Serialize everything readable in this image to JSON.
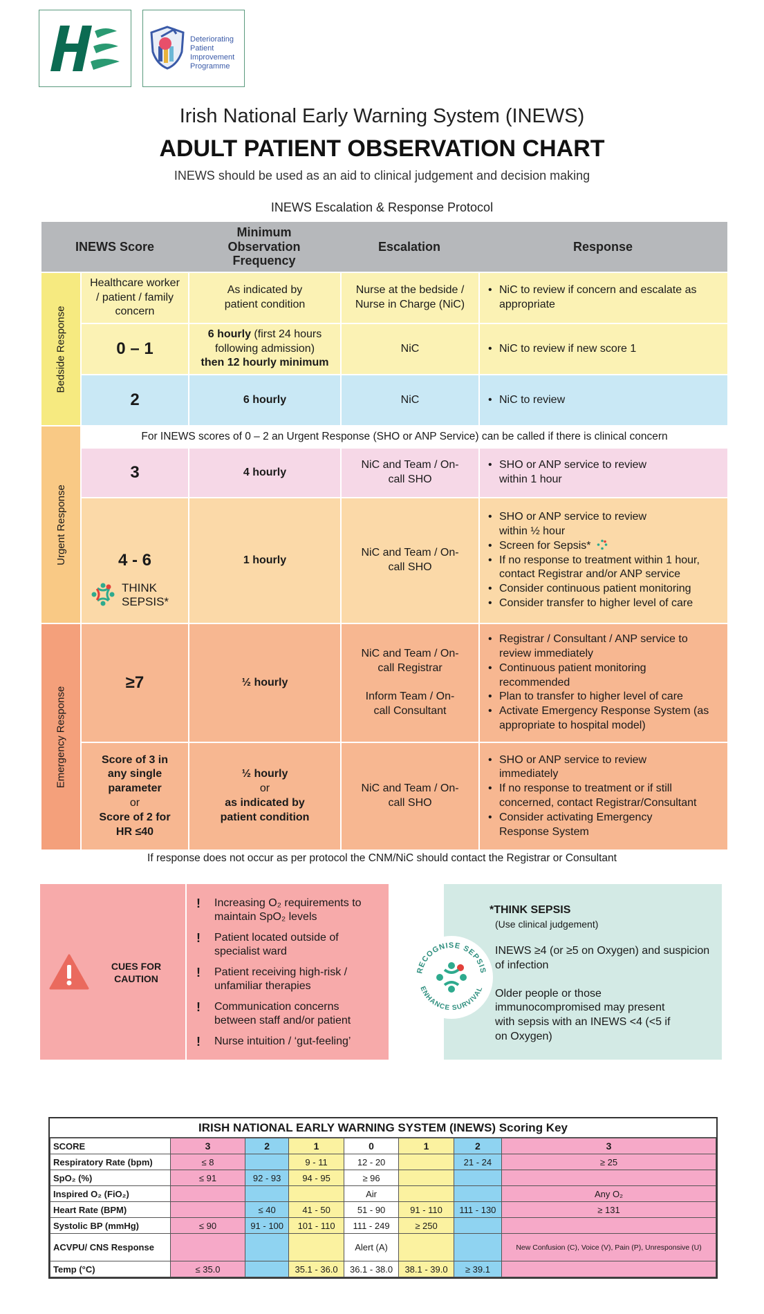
{
  "logos": {
    "dpip_line1": "Deteriorating",
    "dpip_line2": "Patient",
    "dpip_line3": "Improvement",
    "dpip_line4": "Programme"
  },
  "title": {
    "line1": "Irish National Early Warning System (INEWS)",
    "line2": "ADULT PATIENT OBSERVATION CHART",
    "line3": "INEWS should be used as an aid to clinical judgement and decision making"
  },
  "protocol": {
    "heading": "INEWS Escalation & Response Protocol",
    "headers": [
      "INEWS Score",
      "Minimum Observation Frequency",
      "Escalation",
      "Response"
    ],
    "groups": [
      "Bedside Response",
      "Urgent Response",
      "Emergency Response"
    ],
    "bedside": {
      "r1_score": "Healthcare worker / patient / family concern",
      "r1_freq": "As indicated by patient condition",
      "r1_esc": "Nurse at the bedside / Nurse in Charge (NiC)",
      "r1_resp": "NiC to review if concern and escalate as appropriate",
      "r2_score": "0 – 1",
      "r2_freq_bold1": "6 hourly",
      "r2_freq_normal": " (first 24 hours following admission)",
      "r2_freq_bold2": "then 12 hourly minimum",
      "r2_esc": "NiC",
      "r2_resp": "NiC to review if new score 1",
      "r3_score": "2",
      "r3_freq": "6 hourly",
      "r3_esc": "NiC",
      "r3_resp": "NiC to review"
    },
    "urgent": {
      "note": "For INEWS scores of 0 – 2 an Urgent Response (SHO or ANP Service) can be called if there is clinical concern",
      "r1_score": "3",
      "r1_freq": "4 hourly",
      "r1_esc": "NiC and Team / On-call SHO",
      "r1_resp": "SHO or ANP service to review within 1 hour",
      "r2_score": "4 - 6",
      "r2_think1": "THINK",
      "r2_think2": "SEPSIS*",
      "r2_freq": "1 hourly",
      "r2_esc": "NiC and Team / On-call SHO",
      "r2_resp": [
        "SHO or ANP service to review within ½ hour",
        "Screen for Sepsis*",
        "If no response to treatment within 1 hour, contact Registrar and/or ANP service",
        "Consider continuous patient monitoring",
        "Consider transfer to higher level of care"
      ]
    },
    "emergency": {
      "r1_score": "≥7",
      "r1_freq": "½ hourly",
      "r1_esc1": "NiC and Team / On-call Registrar",
      "r1_esc2": "Inform Team / On-call Consultant",
      "r1_resp": [
        "Registrar / Consultant / ANP service to review immediately",
        "Continuous patient monitoring recommended",
        "Plan to transfer to higher level of care",
        "Activate Emergency Response System (as appropriate to hospital model)"
      ],
      "r2_score_bold1": "Score of 3 in any single parameter",
      "r2_score_or": "or",
      "r2_score_bold2": "Score of 2 for HR ≤40",
      "r2_freq_bold1": "½ hourly",
      "r2_freq_or": "or",
      "r2_freq_bold2": "as indicated by patient condition",
      "r2_esc": "NiC and Team / On-call SHO",
      "r2_resp": [
        "SHO or ANP service to review immediately",
        "If no response to treatment or if still concerned, contact Registrar/Consultant",
        "Consider activating Emergency Response System"
      ]
    },
    "footer": "If response does not occur as per protocol the CNM/NiC should contact the Registrar or Consultant"
  },
  "caution": {
    "label": "CUES FOR CAUTION",
    "items": [
      "Increasing O₂ requirements to maintain SpO₂ levels",
      "Patient located outside of specialist ward",
      "Patient receiving high-risk / unfamiliar therapies",
      "Communication concerns between staff and/or patient",
      "Nurse intuition / ‘gut-feeling’"
    ]
  },
  "sepsis": {
    "logo_top": "RECOGNISE SEPSIS",
    "logo_bottom": "ENHANCE SURVIVAL",
    "title": "*THINK SEPSIS",
    "subtitle": "(Use clinical judgement)",
    "para1": "INEWS ≥4 (or ≥5 on Oxygen) and suspicion of infection",
    "para2": "Older people or those immunocompromised may present with sepsis with an INEWS <4 (<5 if on Oxygen)"
  },
  "key": {
    "title": "IRISH NATIONAL EARLY WARNING SYSTEM (INEWS) Scoring Key",
    "score_label": "SCORE",
    "scores": [
      "3",
      "2",
      "1",
      "0",
      "1",
      "2",
      "3"
    ],
    "rows": [
      {
        "label": "Respiratory Rate (bpm)",
        "cells": [
          "≤ 8",
          "",
          "9 - 11",
          "12 - 20",
          "",
          "21 - 24",
          "≥ 25"
        ]
      },
      {
        "label": "SpO₂ (%)",
        "cells": [
          "≤ 91",
          "92 - 93",
          "94 - 95",
          "≥ 96",
          "",
          "",
          ""
        ]
      },
      {
        "label": "Inspired O₂ (FiO₂)",
        "cells": [
          "",
          "",
          "",
          "Air",
          "",
          "",
          "Any O₂"
        ]
      },
      {
        "label": "Heart Rate (BPM)",
        "cells": [
          "",
          "≤ 40",
          "41 - 50",
          "51 - 90",
          "91 - 110",
          "111 - 130",
          "≥ 131"
        ]
      },
      {
        "label": "Systolic BP (mmHg)",
        "cells": [
          "≤ 90",
          "91 - 100",
          "101 - 110",
          "111 - 249",
          "≥ 250",
          "",
          ""
        ]
      },
      {
        "label": "ACVPU/ CNS Response",
        "cells": [
          "",
          "",
          "",
          "Alert (A)",
          "",
          "",
          "New Confusion (C), Voice (V), Pain (P), Unresponsive (U)"
        ]
      },
      {
        "label": "Temp (°C)",
        "cells": [
          "≤ 35.0",
          "",
          "35.1 - 36.0",
          "36.1 - 38.0",
          "38.1 - 39.0",
          "≥ 39.1",
          ""
        ]
      }
    ]
  }
}
